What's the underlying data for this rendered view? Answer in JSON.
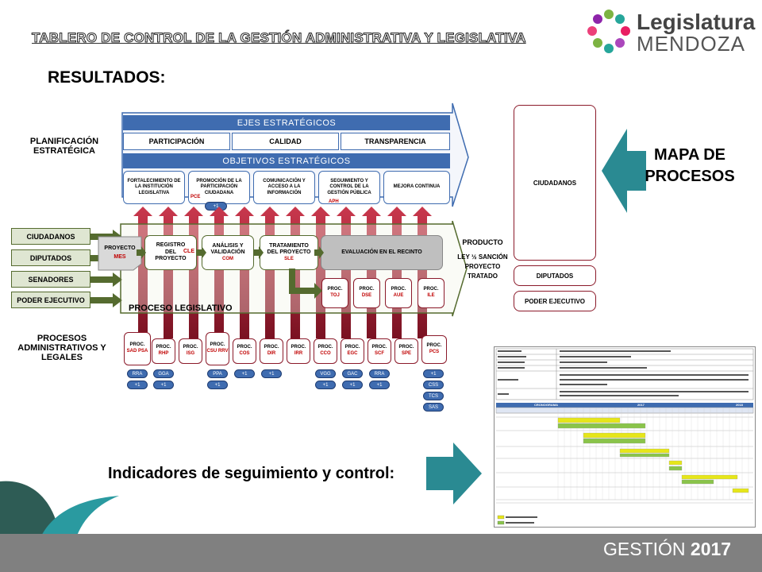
{
  "header": {
    "title": "TABLERO DE CONTROL DE LA GESTIÓN ADMINISTRATIVA Y LEGISLATIVA",
    "results_label": "RESULTADOS:",
    "logo_line1": "Legislatura",
    "logo_line2": "MENDOZA"
  },
  "left_labels": {
    "planificacion": "PLANIFICACIÓN ESTRATÉGICA",
    "procesos_admin": "PROCESOS ADMINISTRATIVOS Y LEGALES"
  },
  "actors": [
    "CIUDADANOS",
    "DIPUTADOS",
    "SENADORES",
    "PODER EJECUTIVO"
  ],
  "ejes": {
    "header": "EJES ESTRATÉGICOS",
    "items": [
      "PARTICIPACIÓN",
      "CALIDAD",
      "TRANSPARENCIA"
    ]
  },
  "objetivos": {
    "header": "OBJETIVOS ESTRATÉGICOS",
    "items": [
      {
        "label": "FORTALECIMIENTO DE LA INSTITUCIÓN LEGISLATIVA",
        "code": ""
      },
      {
        "label": "PROMOCIÓN DE LA PARTICIPACIÓN CIUDADANA",
        "code": "PCE"
      },
      {
        "label": "COMUNICACIÓN Y ACCESO A LA INFORMACIÓN",
        "code": ""
      },
      {
        "label": "SEGUIMIENTO Y CONTROL DE LA GESTIÓN PÚBLICA",
        "code": "APH"
      },
      {
        "label": "MEJORA CONTINUA",
        "code": ""
      }
    ],
    "badge": "+1"
  },
  "legislative": {
    "proyecto": "PROYECTO",
    "proyecto_code": "MES",
    "registro": "REGISTRO DEL PROYECTO",
    "registro_code": "CLE",
    "analisis": "ANÁLISIS Y VALIDACIÓN",
    "analisis_code": "COM",
    "tratamiento": "TRATAMIENTO DEL PROYECTO",
    "tratamiento_code": "SLE",
    "evaluacion": "EVALUACIÓN EN EL RECINTO",
    "producto": "PRODUCTO",
    "producto_detail": "LEY ½ SANCIÓN PROYECTO TRATADO",
    "process_label": "PROCESO LEGISLATIVO",
    "sub_procs": [
      {
        "label": "PROC.",
        "code": "TOJ"
      },
      {
        "label": "PROC.",
        "code": "DSE"
      },
      {
        "label": "PROC.",
        "code": "AUE"
      },
      {
        "label": "PROC.",
        "code": "ILE"
      }
    ]
  },
  "admin_procs": [
    {
      "label": "PROC.",
      "code": "SAD PSA",
      "badges": [
        "RRA",
        "+1"
      ]
    },
    {
      "label": "PROC.",
      "code": "RHP",
      "badges": [
        "GGA",
        "+1"
      ]
    },
    {
      "label": "PROC.",
      "code": "ISG",
      "badges": []
    },
    {
      "label": "PROC.",
      "code": "CSU RRV",
      "badges": [
        "PPA",
        "+1"
      ]
    },
    {
      "label": "PROC.",
      "code": "COS",
      "badges": [
        "+1"
      ]
    },
    {
      "label": "PROC.",
      "code": "DIR",
      "badges": [
        "+1"
      ]
    },
    {
      "label": "PROC.",
      "code": "IRR",
      "badges": []
    },
    {
      "label": "PROC.",
      "code": "CCO",
      "badges": [
        "VGG",
        "+1"
      ]
    },
    {
      "label": "PROC.",
      "code": "EGC",
      "badges": [
        "GAC",
        "+1"
      ]
    },
    {
      "label": "PROC.",
      "code": "SCF",
      "badges": [
        "RRA",
        "+1"
      ]
    },
    {
      "label": "PROC.",
      "code": "SPE",
      "badges": []
    },
    {
      "label": "PROC.",
      "code": "PCS",
      "badges": [
        "+1",
        "CSS",
        "TCS",
        "SAS"
      ]
    }
  ],
  "right": {
    "mapa": "MAPA DE PROCESOS",
    "ciudadanos": "CIUDADANOS",
    "diputados": "DIPUTADOS",
    "poder": "PODER EJECUTIVO"
  },
  "indicators_label": "Indicadores de seguimiento y control:",
  "gantt": {
    "header": "CRONOGRAMA",
    "year1": "2017",
    "year2": "2018"
  },
  "footer": {
    "label": "GESTIÓN",
    "year": "2017"
  },
  "colors": {
    "blue": "#3f6cb0",
    "maroon": "#8b1a2a",
    "green": "#556b2f",
    "teal": "#2a8a92",
    "gray": "#808080"
  }
}
